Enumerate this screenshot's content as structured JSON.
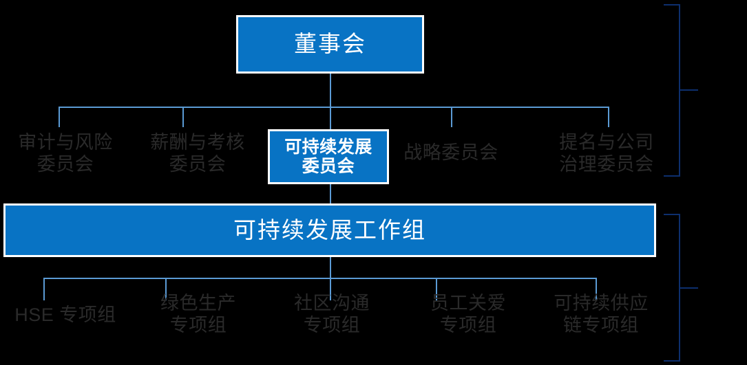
{
  "chart_data": {
    "type": "diagram",
    "title": "可持续发展治理架构",
    "background_color": "#000000",
    "accent_color": "#0873C4",
    "line_color": "#5B9BD5",
    "bracket_color": "#0D2F6E",
    "plain_text_color": "#2A2A2A",
    "levels": [
      {
        "level": 1,
        "nodes": [
          {
            "label": "董事会",
            "highlighted": true,
            "style": "box"
          }
        ]
      },
      {
        "level": 2,
        "nodes": [
          {
            "label": "审计与风险委员会",
            "highlighted": false,
            "style": "text"
          },
          {
            "label": "薪酬与考核委员会",
            "highlighted": false,
            "style": "text"
          },
          {
            "label": "可持续发展委员会",
            "highlighted": true,
            "style": "box"
          },
          {
            "label": "战略委员会",
            "highlighted": false,
            "style": "text"
          },
          {
            "label": "提名与公司治理委员会",
            "highlighted": false,
            "style": "text"
          }
        ]
      },
      {
        "level": 3,
        "nodes": [
          {
            "label": "可持续发展工作组",
            "highlighted": true,
            "style": "box"
          }
        ]
      },
      {
        "level": 4,
        "nodes": [
          {
            "label": "HSE 专项组",
            "highlighted": false,
            "style": "text"
          },
          {
            "label": "绿色生产专项组",
            "highlighted": false,
            "style": "text"
          },
          {
            "label": "社区沟通专项组",
            "highlighted": false,
            "style": "text"
          },
          {
            "label": "员工关爱专项组",
            "highlighted": false,
            "style": "text"
          },
          {
            "label": "可持续供应链专项组",
            "highlighted": false,
            "style": "text"
          }
        ]
      }
    ],
    "brackets": [
      {
        "name": "governance-bracket",
        "spans_levels": [
          1,
          2
        ]
      },
      {
        "name": "execution-bracket",
        "spans_levels": [
          3,
          4
        ]
      }
    ]
  },
  "board": {
    "label": "董事会"
  },
  "committees": {
    "audit_risk_line1": "审计与风险",
    "audit_risk_line2": "委员会",
    "compensation_line1": "薪酬与考核",
    "compensation_line2": "委员会",
    "sustainable_dev_line1": "可持续发展",
    "sustainable_dev_line2": "委员会",
    "strategy": "战略委员会",
    "nomination_line1": "提名与公司",
    "nomination_line2": "治理委员会"
  },
  "workgroup": {
    "label": "可持续发展工作组"
  },
  "special_groups": {
    "hse": "HSE 专项组",
    "green_production_line1": "绿色生产",
    "green_production_line2": "专项组",
    "community_line1": "社区沟通",
    "community_line2": "专项组",
    "employee_care_line1": "员工关爱",
    "employee_care_line2": "专项组",
    "supply_chain_line1": "可持续供应",
    "supply_chain_line2": "链专项组"
  }
}
